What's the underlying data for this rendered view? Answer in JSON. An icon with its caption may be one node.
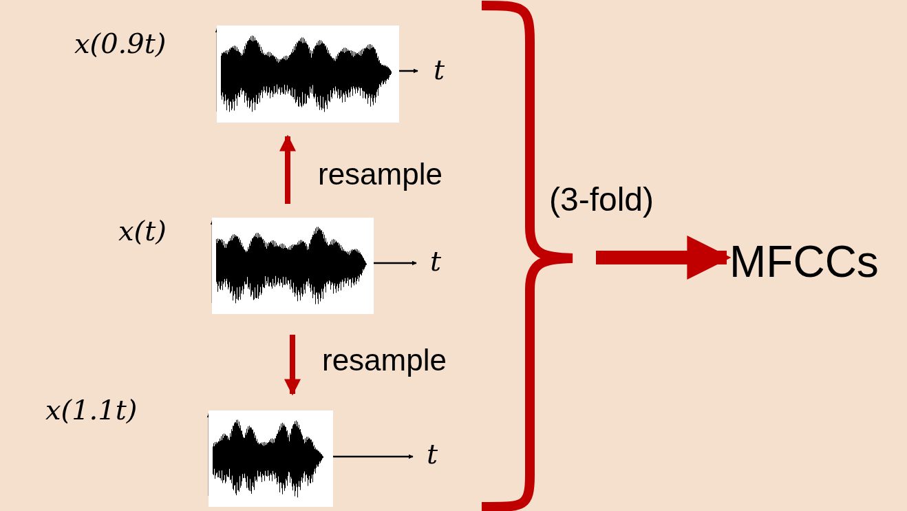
{
  "diagram": {
    "nodes": [
      {
        "text": [],
        "shape": "picture",
        "beside": [
          "x(0.9t)",
          "t"
        ]
      },
      {
        "text": [],
        "shape": "picture",
        "beside": [
          "x(t)",
          "t"
        ]
      },
      {
        "text": [],
        "shape": "picture",
        "beside": [
          "x(1.1t)",
          "t"
        ]
      },
      {
        "text": [
          "MFCCs"
        ]
      }
    ],
    "edges": [
      {
        "from": 1,
        "to": 0,
        "arrow": "to",
        "label": "resample"
      },
      {
        "from": 1,
        "to": 2,
        "arrow": "to",
        "label": "resample"
      },
      {
        "from": null,
        "to": 3,
        "arrow": "to",
        "style": "thick"
      }
    ],
    "labels": [
      "(3-fold)"
    ]
  }
}
